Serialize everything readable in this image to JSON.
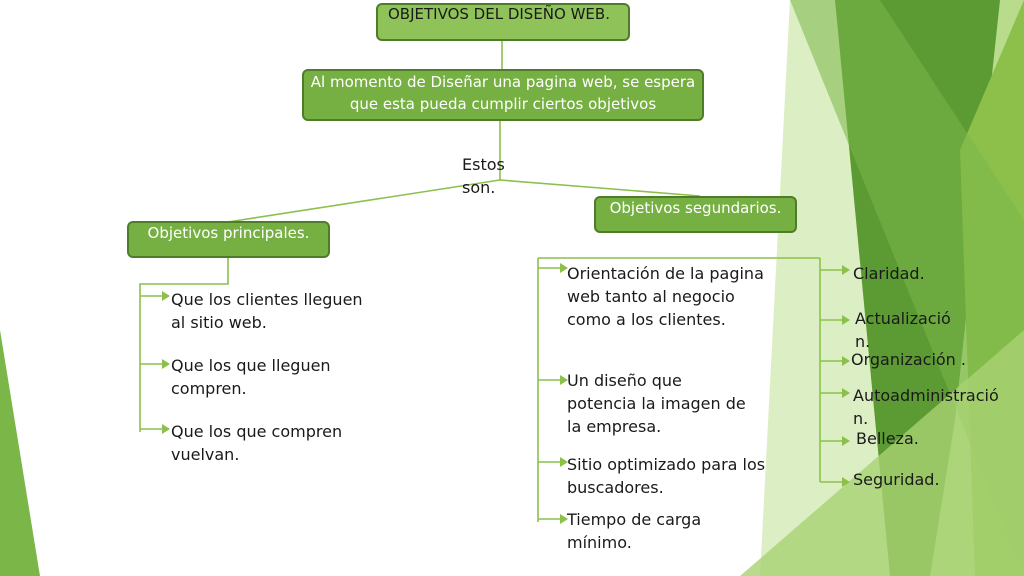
{
  "colors": {
    "accent": "#76b043",
    "accent_border": "#4f7c2a",
    "line": "#8cc04b",
    "deco_dark": "#4e8a2a",
    "deco_mid": "#7ab648",
    "deco_light": "#c5e19c"
  },
  "title": "OBJETIVOS DEL DISEÑO WEB.",
  "intro": "Al momento de Diseñar una pagina web, se espera que esta pueda cumplir ciertos objetivos",
  "connector": "Estos son.",
  "primary": {
    "header": "Objetivos principales.",
    "items": [
      "Que los clientes lleguen al sitio web.",
      "Que los que lleguen compren.",
      "Que los que compren vuelvan."
    ]
  },
  "secondary": {
    "header": "Objetivos segundarios.",
    "items": [
      "Orientación de la pagina web tanto al negocio como a los clientes.",
      "Un diseño que potencia la imagen de la empresa.",
      "Sitio optimizado para los buscadores.",
      "Tiempo de carga mínimo."
    ],
    "qualities": [
      "Claridad.",
      "Actualizació n.",
      "Organización .",
      "Autoadministració n.",
      "Belleza.",
      "Seguridad."
    ]
  }
}
